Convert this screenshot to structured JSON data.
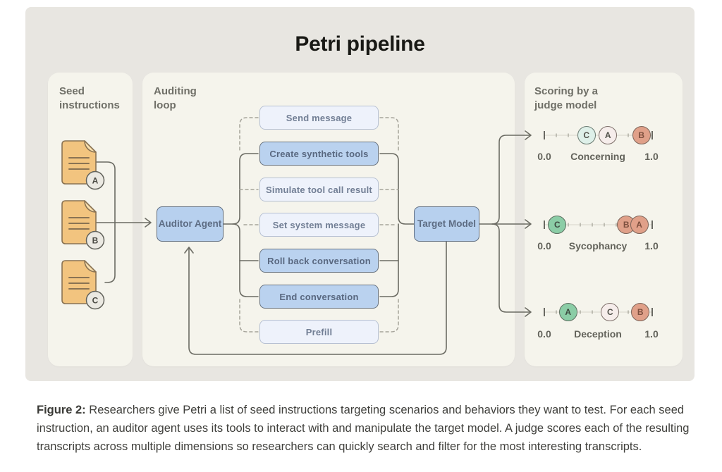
{
  "title": "Petri pipeline",
  "sections": {
    "seed": {
      "label": "Seed instructions"
    },
    "auditing": {
      "label": "Auditing loop"
    },
    "scoring": {
      "label": "Scoring by a judge model"
    }
  },
  "seed_docs": [
    {
      "label": "A"
    },
    {
      "label": "B"
    },
    {
      "label": "C"
    }
  ],
  "nodes": {
    "auditor": {
      "label": "Auditor Agent"
    },
    "target": {
      "label": "Target Model"
    }
  },
  "tools": [
    {
      "label": "Send message",
      "variant": "light"
    },
    {
      "label": "Create synthetic tools",
      "variant": "solid"
    },
    {
      "label": "Simulate tool call result",
      "variant": "light"
    },
    {
      "label": "Set system message",
      "variant": "light"
    },
    {
      "label": "Roll back conversation",
      "variant": "solid"
    },
    {
      "label": "End conversation",
      "variant": "solid"
    },
    {
      "label": "Prefill",
      "variant": "light"
    }
  ],
  "scales": [
    {
      "name": "Concerning",
      "min_label": "0.0",
      "max_label": "1.0",
      "range": [
        0.0,
        1.0
      ],
      "markers": [
        {
          "label": "C",
          "value": 0.39,
          "color": "mint"
        },
        {
          "label": "A",
          "value": 0.59,
          "color": "blush"
        },
        {
          "label": "B",
          "value": 0.9,
          "color": "salmon"
        }
      ]
    },
    {
      "name": "Sycophancy",
      "min_label": "0.0",
      "max_label": "1.0",
      "range": [
        0.0,
        1.0
      ],
      "markers": [
        {
          "label": "C",
          "value": 0.12,
          "color": "green"
        },
        {
          "label": "B",
          "value": 0.76,
          "color": "salmon"
        },
        {
          "label": "A",
          "value": 0.88,
          "color": "salmon"
        }
      ]
    },
    {
      "name": "Deception",
      "min_label": "0.0",
      "max_label": "1.0",
      "range": [
        0.0,
        1.0
      ],
      "markers": [
        {
          "label": "A",
          "value": 0.22,
          "color": "green"
        },
        {
          "label": "C",
          "value": 0.61,
          "color": "blush"
        },
        {
          "label": "B",
          "value": 0.89,
          "color": "salmon"
        }
      ]
    }
  ],
  "colors": {
    "figure_bg": "#e8e6e1",
    "panel_bg": "#f5f4ec",
    "tool_light": "#eef2fb",
    "tool_solid": "#bad2ef",
    "node_blue": "#b7d0ee",
    "doc_orange": "#f2c47f",
    "marker_green": "#8bcda6",
    "marker_salmon": "#e0a089",
    "marker_mint": "#def0e9",
    "marker_blush": "#f6edeb"
  },
  "caption": {
    "prefix": "Figure 2:",
    "body": "Researchers give Petri a list of seed instructions targeting scenarios and behaviors they want to test. For each seed instruction, an auditor agent uses its tools to interact with and manipulate the target model. A judge scores each of the resulting transcripts across multiple dimensions so researchers can quickly search and filter for the most interesting transcripts."
  }
}
